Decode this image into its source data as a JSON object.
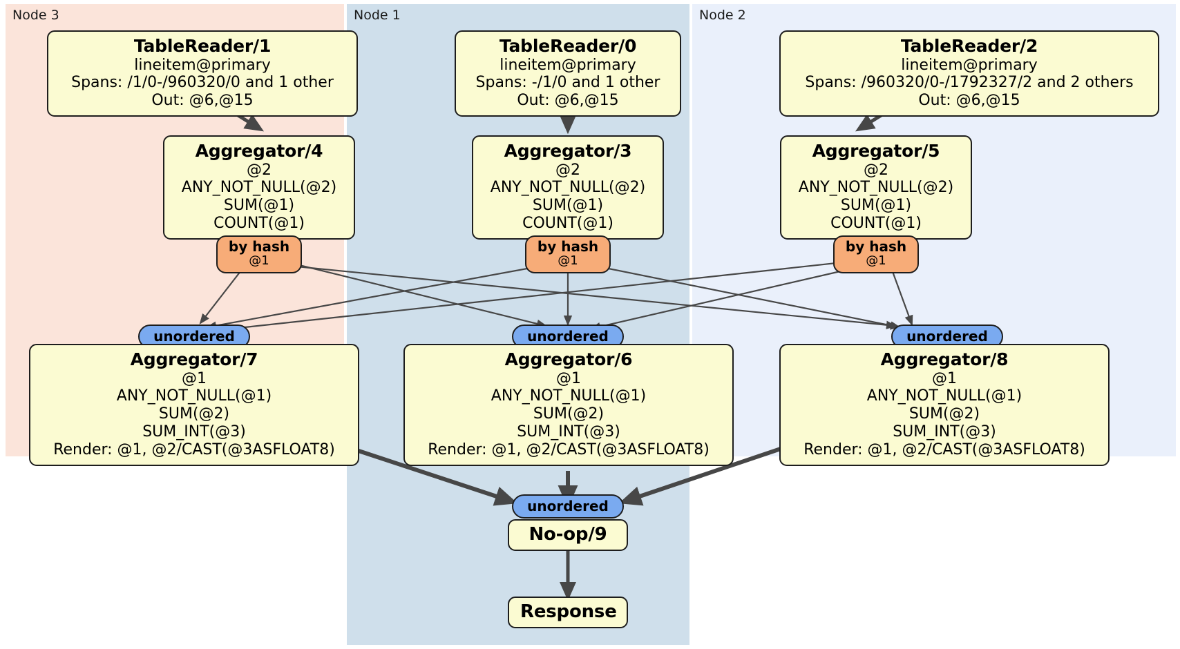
{
  "diagram": {
    "type": "distributed-query-plan",
    "colors": {
      "node3_panel": "#fbe4da",
      "node1_panel": "#cfdfeb",
      "node2_panel": "#eaf0fb",
      "processor_box": "#fbfbd2",
      "hash_badge": "#f7ac78",
      "unordered_badge": "#7aaaf0",
      "edge": "#474747",
      "border": "#1d1d1d"
    }
  },
  "panels": [
    {
      "id": "node3",
      "label": "Node 3"
    },
    {
      "id": "node1",
      "label": "Node 1"
    },
    {
      "id": "node2",
      "label": "Node 2"
    }
  ],
  "processors": {
    "table_reader_1": {
      "title": "TableReader/1",
      "lines": [
        "lineitem@primary",
        "Spans: /1/0-/960320/0 and 1 other",
        "Out: @6,@15"
      ]
    },
    "table_reader_0": {
      "title": "TableReader/0",
      "lines": [
        "lineitem@primary",
        "Spans: -/1/0 and 1 other",
        "Out: @6,@15"
      ]
    },
    "table_reader_2": {
      "title": "TableReader/2",
      "lines": [
        "lineitem@primary",
        "Spans: /960320/0-/1792327/2 and 2 others",
        "Out: @6,@15"
      ]
    },
    "aggregator_4": {
      "title": "Aggregator/4",
      "lines": [
        "@2",
        "ANY_NOT_NULL(@2)",
        "SUM(@1)",
        "COUNT(@1)"
      ]
    },
    "aggregator_3": {
      "title": "Aggregator/3",
      "lines": [
        "@2",
        "ANY_NOT_NULL(@2)",
        "SUM(@1)",
        "COUNT(@1)"
      ]
    },
    "aggregator_5": {
      "title": "Aggregator/5",
      "lines": [
        "@2",
        "ANY_NOT_NULL(@2)",
        "SUM(@1)",
        "COUNT(@1)"
      ]
    },
    "aggregator_7": {
      "title": "Aggregator/7",
      "lines": [
        "@1",
        "ANY_NOT_NULL(@1)",
        "SUM(@2)",
        "SUM_INT(@3)",
        "Render: @1, @2/CAST(@3ASFLOAT8)"
      ]
    },
    "aggregator_6": {
      "title": "Aggregator/6",
      "lines": [
        "@1",
        "ANY_NOT_NULL(@1)",
        "SUM(@2)",
        "SUM_INT(@3)",
        "Render: @1, @2/CAST(@3ASFLOAT8)"
      ]
    },
    "aggregator_8": {
      "title": "Aggregator/8",
      "lines": [
        "@1",
        "ANY_NOT_NULL(@1)",
        "SUM(@2)",
        "SUM_INT(@3)",
        "Render: @1, @2/CAST(@3ASFLOAT8)"
      ]
    },
    "noop_9": {
      "title": "No-op/9",
      "lines": []
    },
    "response": {
      "title": "Response",
      "lines": []
    }
  },
  "badges": {
    "hash_left": {
      "title": "by hash",
      "sub": "@1"
    },
    "hash_center": {
      "title": "by hash",
      "sub": "@1"
    },
    "hash_right": {
      "title": "by hash",
      "sub": "@1"
    },
    "unordered_left": {
      "title": "unordered"
    },
    "unordered_center": {
      "title": "unordered"
    },
    "unordered_right": {
      "title": "unordered"
    },
    "unordered_final": {
      "title": "unordered"
    }
  }
}
